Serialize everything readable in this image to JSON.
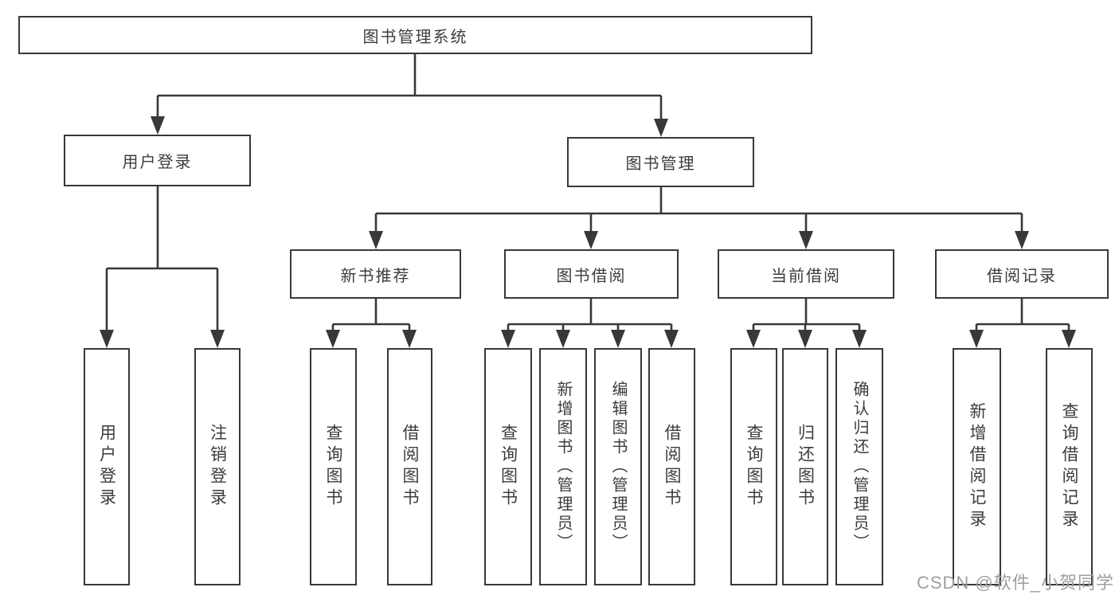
{
  "diagram": {
    "root": {
      "label": "图书管理系统"
    },
    "user_login": {
      "label": "用户登录",
      "children": [
        {
          "label": "用户登录"
        },
        {
          "label": "注销登录"
        }
      ]
    },
    "book_management": {
      "label": "图书管理",
      "sections": [
        {
          "label": "新书推荐",
          "children": [
            {
              "label": "查询图书"
            },
            {
              "label": "借阅图书"
            }
          ]
        },
        {
          "label": "图书借阅",
          "children": [
            {
              "label": "查询图书"
            },
            {
              "label": "新增图书（管理员）"
            },
            {
              "label": "编辑图书（管理员）"
            },
            {
              "label": "借阅图书"
            }
          ]
        },
        {
          "label": "当前借阅",
          "children": [
            {
              "label": "查询图书"
            },
            {
              "label": "归还图书"
            },
            {
              "label": "确认归还（管理员）"
            }
          ]
        },
        {
          "label": "借阅记录",
          "children": [
            {
              "label": "新增借阅记录"
            },
            {
              "label": "查询借阅记录"
            }
          ]
        }
      ]
    },
    "watermark": "CSDN @软件_小贺同学",
    "colors": {
      "line": "#383838",
      "text": "#3c3c3c",
      "watermark": "#9f9f9f",
      "background": "#ffffff"
    }
  }
}
